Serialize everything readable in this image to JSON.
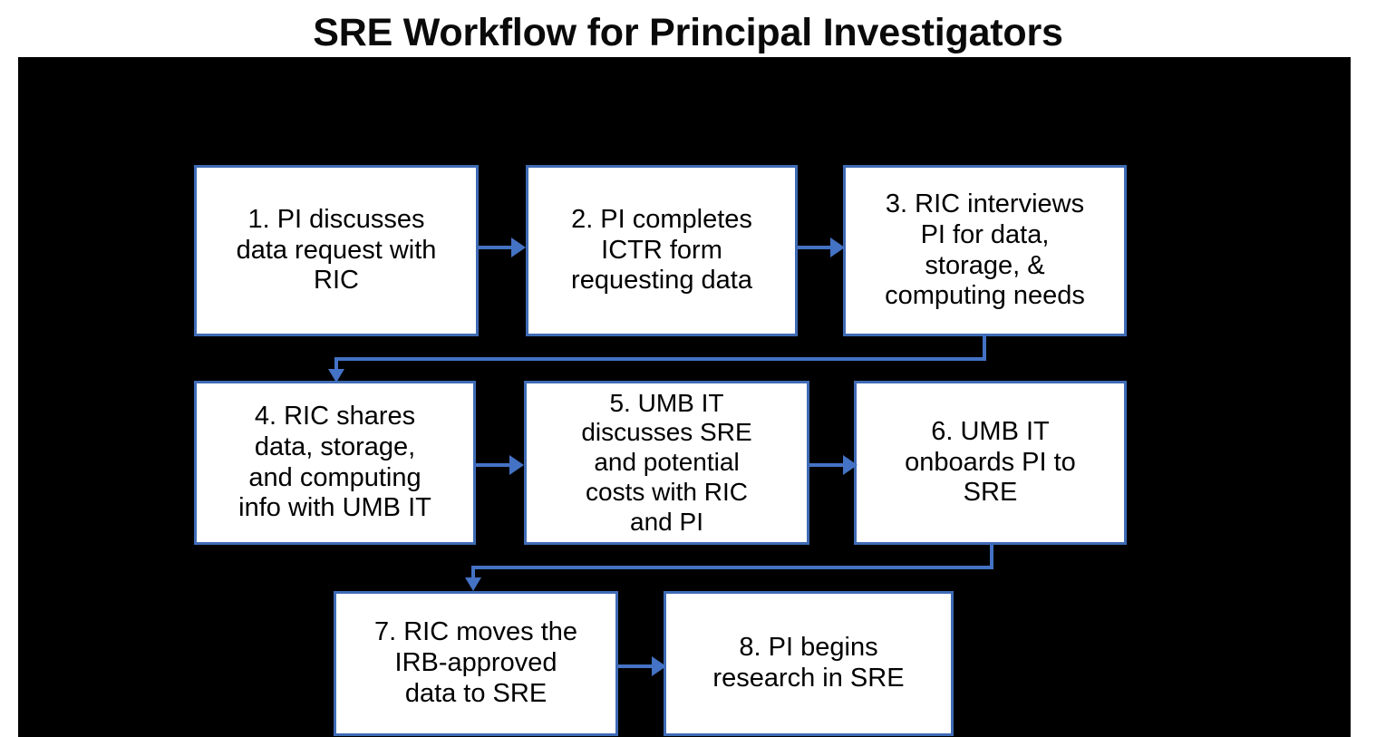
{
  "slide": {
    "title": "SRE Workflow for Principal Investigators",
    "canvas_color": "#000000",
    "page_background": "#ffffff"
  },
  "theme": {
    "box_fill": "#ffffff",
    "box_border": "#3f6bb5",
    "connector": "#4472c4",
    "text": "#000000"
  },
  "flow": {
    "type": "flowchart",
    "orientation": "left-to-right, row-wrapped",
    "nodes": [
      {
        "id": 1,
        "number": "1.",
        "label": "1. PI discusses\ndata request with\nRIC"
      },
      {
        "id": 2,
        "number": "2.",
        "label": "2. PI completes\nICTR form\nrequesting data"
      },
      {
        "id": 3,
        "number": "3.",
        "label": "3. RIC interviews\nPI for data,\nstorage, &\ncomputing needs"
      },
      {
        "id": 4,
        "number": "4.",
        "label": "4. RIC shares\ndata, storage,\nand computing\ninfo with UMB IT"
      },
      {
        "id": 5,
        "number": "5.",
        "label": "5. UMB IT\ndiscusses SRE\nand potential\ncosts with RIC\nand PI"
      },
      {
        "id": 6,
        "number": "6.",
        "label": "6. UMB IT\nonboards PI to\nSRE"
      },
      {
        "id": 7,
        "number": "7.",
        "label": "7. RIC moves the\nIRB-approved\ndata to SRE"
      },
      {
        "id": 8,
        "number": "8.",
        "label": "8. PI begins\nresearch in SRE"
      }
    ],
    "edges": [
      {
        "from": 1,
        "to": 2,
        "style": "straight-right"
      },
      {
        "from": 2,
        "to": 3,
        "style": "straight-right"
      },
      {
        "from": 3,
        "to": 4,
        "style": "elbow-down-left-down"
      },
      {
        "from": 4,
        "to": 5,
        "style": "straight-right"
      },
      {
        "from": 5,
        "to": 6,
        "style": "straight-right"
      },
      {
        "from": 6,
        "to": 7,
        "style": "elbow-down-left-down"
      },
      {
        "from": 7,
        "to": 8,
        "style": "straight-right"
      }
    ]
  }
}
